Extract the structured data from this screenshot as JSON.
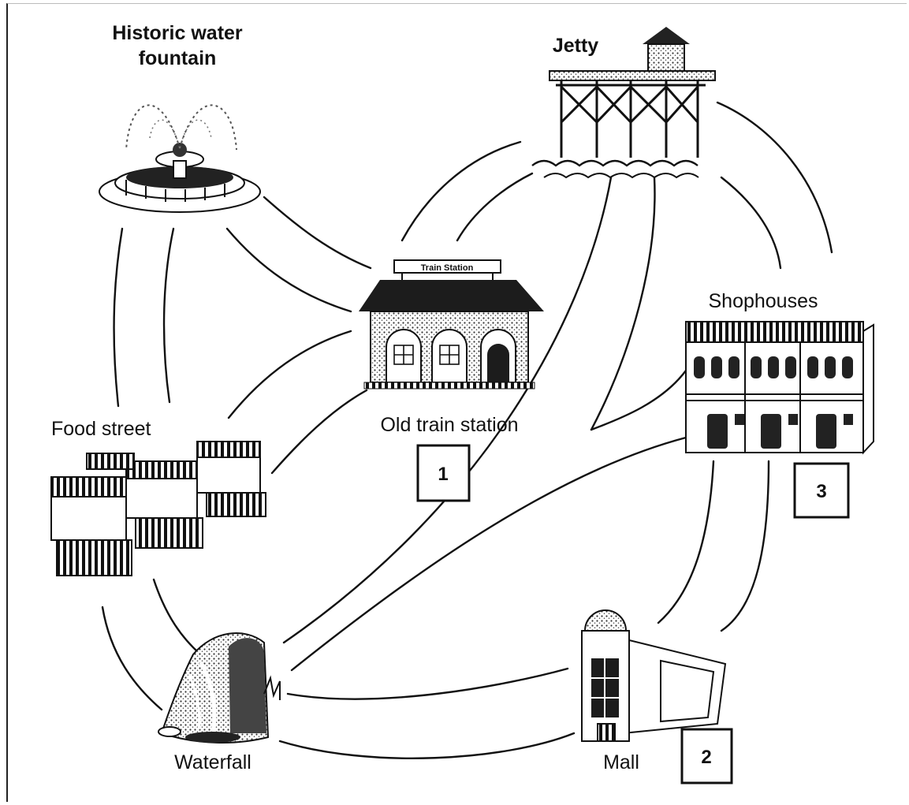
{
  "places": {
    "fountain": {
      "label_line1": "Historic water",
      "label_line2": "fountain",
      "icon": "water-fountain-icon"
    },
    "jetty": {
      "label": "Jetty",
      "icon": "jetty-icon"
    },
    "station": {
      "label": "Old train station",
      "sign": "Train Station",
      "icon": "train-station-icon"
    },
    "shophouses": {
      "label": "Shophouses",
      "icon": "shophouses-icon"
    },
    "food_street": {
      "label": "Food street",
      "icon": "food-stalls-icon"
    },
    "waterfall": {
      "label": "Waterfall",
      "icon": "waterfall-icon"
    },
    "mall": {
      "label": "Mall",
      "icon": "mall-icon"
    }
  },
  "markers": [
    {
      "id": "marker-1",
      "number": "1"
    },
    {
      "id": "marker-2",
      "number": "2"
    },
    {
      "id": "marker-3",
      "number": "3"
    }
  ]
}
